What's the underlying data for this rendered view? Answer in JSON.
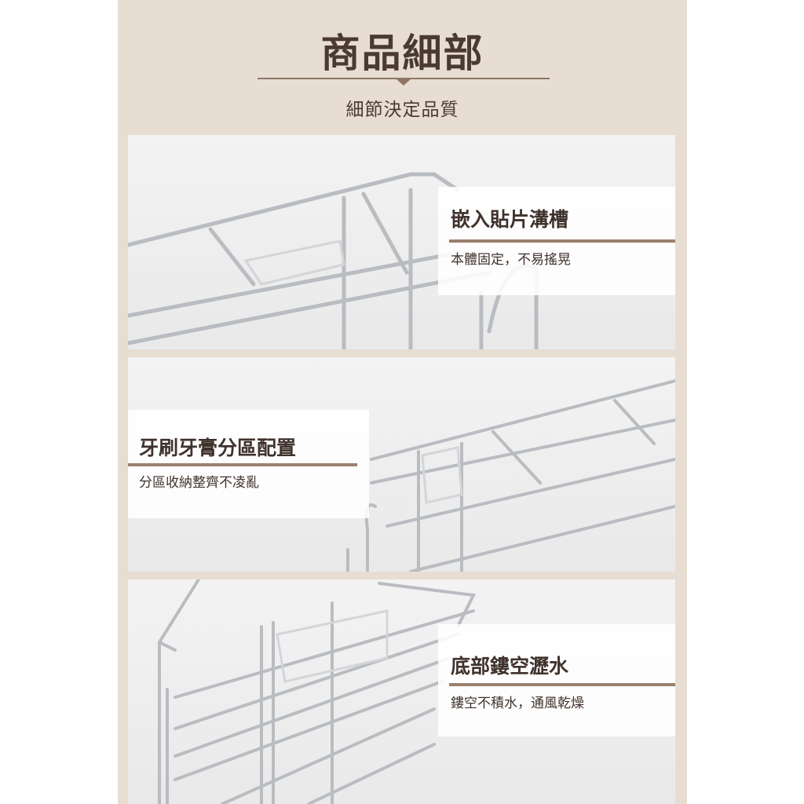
{
  "header": {
    "title": "商品細部",
    "subtitle": "細節決定品質"
  },
  "details": [
    {
      "title": "嵌入貼片溝槽",
      "description": "本體固定，不易搖晃"
    },
    {
      "title": "牙刷牙膏分區配置",
      "description": "分區收納整齊不凌亂"
    },
    {
      "title": "底部鏤空瀝水",
      "description": "鏤空不積水，通風乾燥"
    }
  ],
  "colors": {
    "background": "#e8ddd3",
    "text": "#4a3a33",
    "accent": "#9b7f6e"
  }
}
